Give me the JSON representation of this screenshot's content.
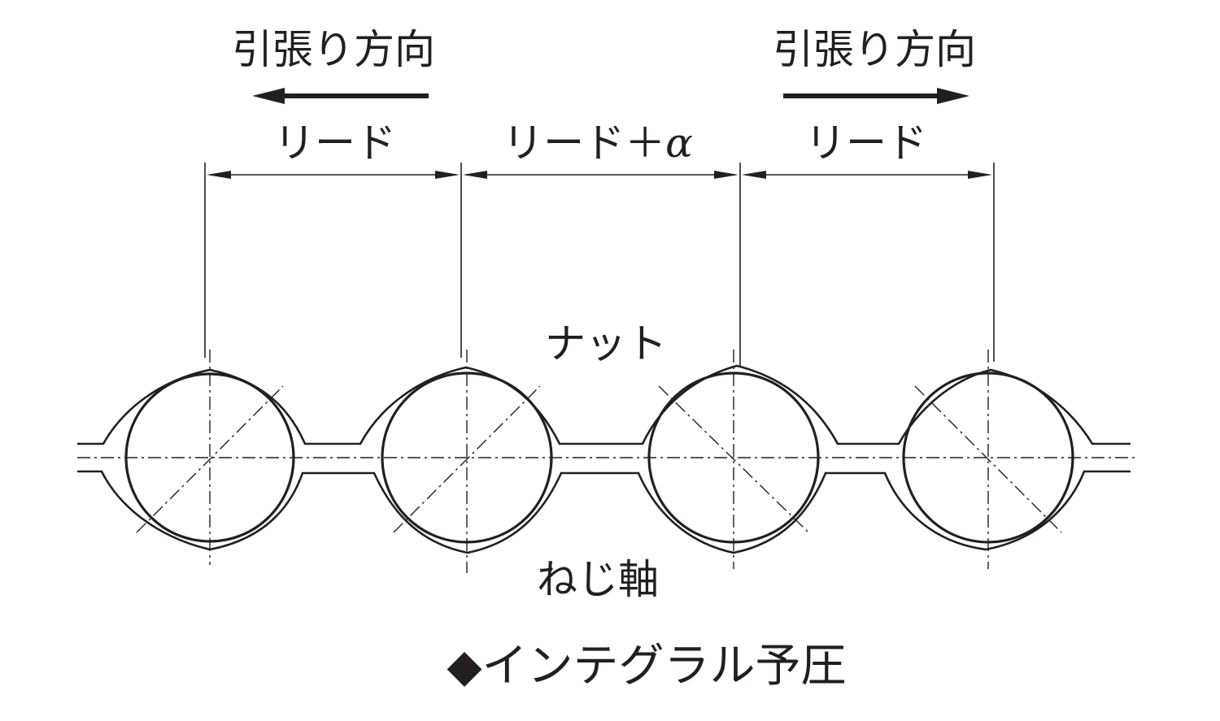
{
  "labels": {
    "pull_direction_left": "引張り方向",
    "pull_direction_right": "引張り方向",
    "lead_left": "リード",
    "lead_middle_main": "リード＋",
    "lead_middle_alpha": "α",
    "lead_right": "リード",
    "nut": "ナット",
    "screw_shaft": "ねじ軸"
  },
  "caption": {
    "marker": "◆",
    "text": "インテグラル予圧"
  },
  "colors": {
    "line": "#231f20",
    "background": "#ffffff"
  }
}
